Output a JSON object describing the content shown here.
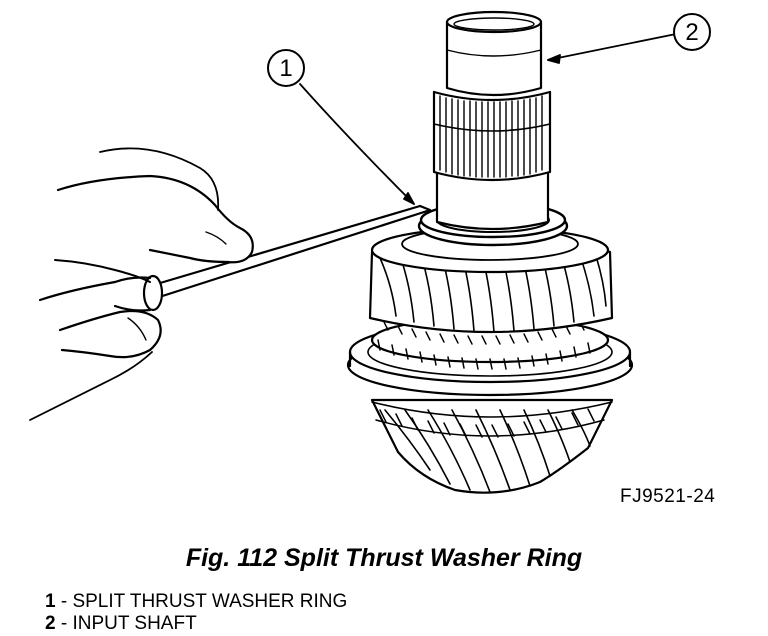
{
  "figure": {
    "code": "FJ9521-24",
    "caption": "Fig. 112 Split Thrust Washer Ring"
  },
  "callouts": [
    {
      "number": "1"
    },
    {
      "number": "2"
    }
  ],
  "legend": [
    {
      "number": "1",
      "text": " - SPLIT THRUST WASHER RING"
    },
    {
      "number": "2",
      "text": " - INPUT SHAFT"
    }
  ]
}
